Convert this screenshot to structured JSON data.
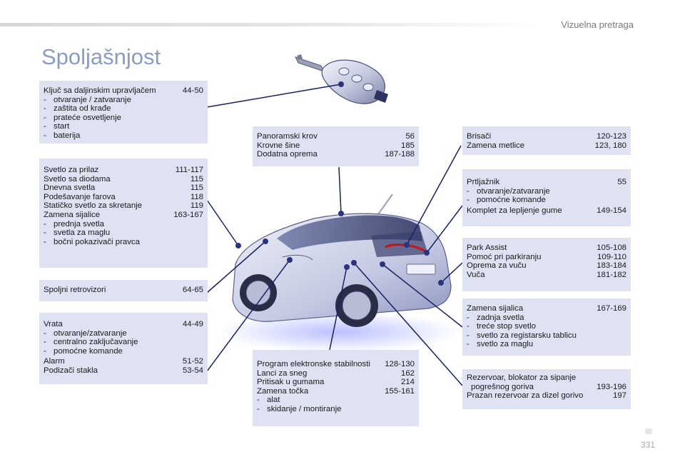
{
  "header": {
    "section": "Vizuelna pretraga",
    "title": "Spoljašnjost"
  },
  "page_number": "331",
  "boxes": {
    "key": {
      "rows": [
        {
          "label": "Ključ sa daljinskim upravljačem",
          "page": "44-50"
        }
      ],
      "bullets": [
        "otvaranje / zatvaranje",
        "zaštita od krađe",
        "prateće osvetljenje",
        "start",
        "baterija"
      ]
    },
    "lights": {
      "rows": [
        {
          "label": "Svetlo za prilaz",
          "page": "111-117"
        },
        {
          "label": "Svetlo sa diodama",
          "page": "115"
        },
        {
          "label": "Dnevna svetla",
          "page": "115"
        },
        {
          "label": "Podešavanje farova",
          "page": "118"
        },
        {
          "label": "Statičko svetlo za skretanje",
          "page": "119"
        },
        {
          "label": "Zamena sijalice",
          "page": "163-167"
        }
      ],
      "bullets": [
        "prednja svetla",
        "svetla za maglu",
        "bočni pokazivači pravca"
      ]
    },
    "mirrors": {
      "rows": [
        {
          "label": "Spoljni retrovizori",
          "page": "64-65"
        }
      ]
    },
    "doors": {
      "rows": [
        {
          "label": "Vrata",
          "page": "44-49"
        }
      ],
      "bullets": [
        "otvaranje/zatvaranje",
        "centralno zaključavanje",
        "pomoćne komande"
      ],
      "rows2": [
        {
          "label": "Alarm",
          "page": "51-52"
        },
        {
          "label": "Podizači stakla",
          "page": "53-54"
        }
      ]
    },
    "roof": {
      "rows": [
        {
          "label": "Panoramski krov",
          "page": "56"
        },
        {
          "label": "Krovne šine",
          "page": "185"
        },
        {
          "label": "Dodatna oprema",
          "page": "187-188"
        }
      ]
    },
    "program": {
      "rows": [
        {
          "label": "Program elektronske stabilnosti",
          "page": "128-130"
        },
        {
          "label": "Lanci za sneg",
          "page": "162"
        },
        {
          "label": "Pritisak u gumama",
          "page": "214"
        },
        {
          "label": "Zamena točka",
          "page": "155-161"
        }
      ],
      "bullets": [
        "alat",
        "skidanje / montiranje"
      ]
    },
    "wipers": {
      "rows": [
        {
          "label": "Brisači",
          "page": "120-123"
        },
        {
          "label": "Zamena metlice",
          "page": "123, 180"
        }
      ]
    },
    "boot": {
      "rows": [
        {
          "label": "Prtljažnik",
          "page": "55"
        }
      ],
      "bullets": [
        "otvaranje/zatvaranje",
        "pomoćne komande"
      ],
      "rows2": [
        {
          "label": "Komplet za lepljenje gume",
          "page": "149-154"
        }
      ]
    },
    "park": {
      "rows": [
        {
          "label": "Park Assist",
          "page": "105-108"
        },
        {
          "label": "Pomoć pri parkiranju",
          "page": "109-110"
        },
        {
          "label": "Oprema za vuču",
          "page": "183-184"
        },
        {
          "label": "Vuča",
          "page": "181-182"
        }
      ]
    },
    "rearlights": {
      "rows": [
        {
          "label": "Zamena sijalica",
          "page": "167-169"
        }
      ],
      "bullets": [
        "zadnja svetla",
        "treće stop svetlo",
        "svetlo za registarsku tablicu",
        "svetlo za maglu"
      ]
    },
    "tank": {
      "rows": [
        {
          "label": "Rezervoar, blokator za sipanje",
          "page": ""
        },
        {
          "label": "pogrešnog goriva",
          "page": "193-196",
          "indent": true
        },
        {
          "label": "Prazan rezervoar za dizel gorivo",
          "page": "197"
        }
      ]
    }
  },
  "colors": {
    "title": "#8a9bc6",
    "box": "#dfe2f3",
    "leader": "#16206a",
    "dot": "#2a3380"
  },
  "icons": [
    "key-remote-icon",
    "car-illustration"
  ]
}
